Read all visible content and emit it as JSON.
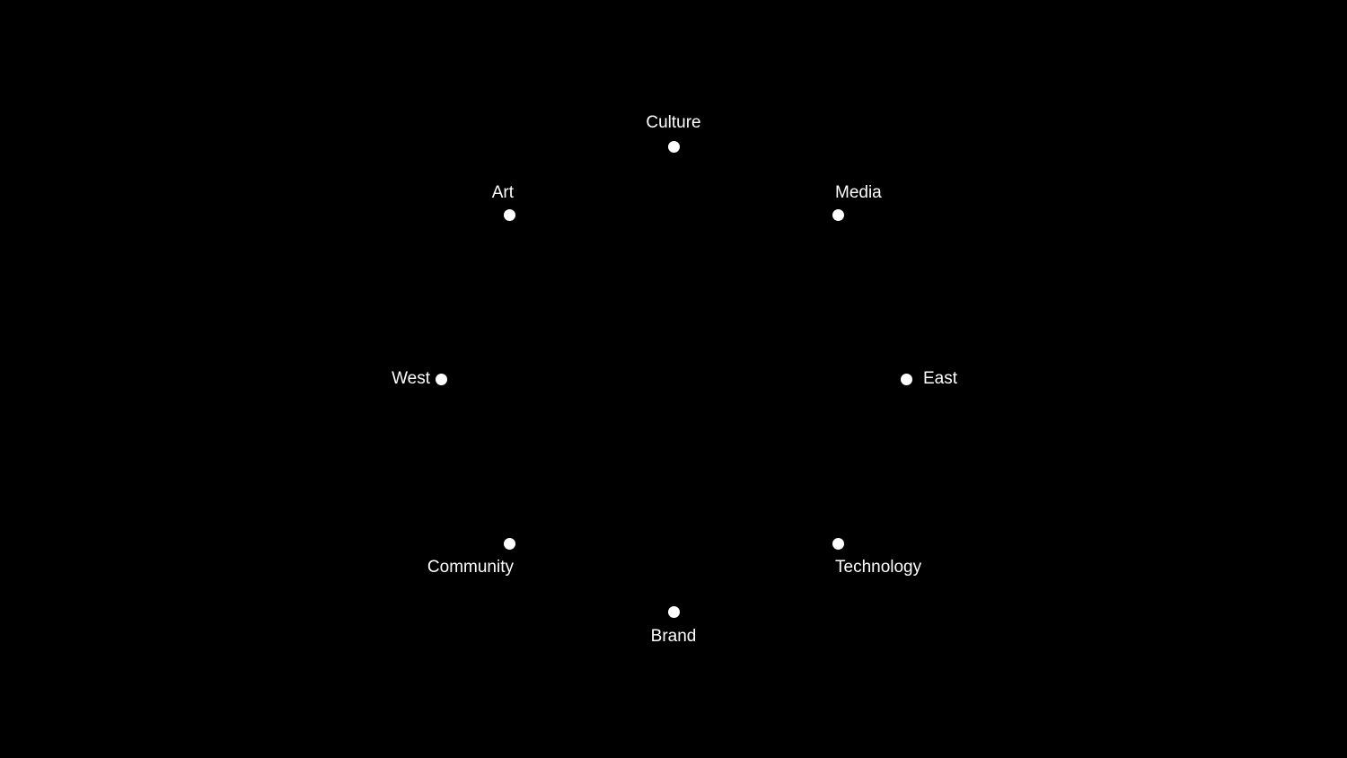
{
  "colors": {
    "background": "#000000",
    "foreground": "#ffffff"
  },
  "diagram": {
    "nodes": [
      {
        "id": "culture",
        "label": "Culture"
      },
      {
        "id": "art",
        "label": "Art"
      },
      {
        "id": "media",
        "label": "Media"
      },
      {
        "id": "west",
        "label": "West"
      },
      {
        "id": "east",
        "label": "East"
      },
      {
        "id": "community",
        "label": "Community"
      },
      {
        "id": "technology",
        "label": "Technology"
      },
      {
        "id": "brand",
        "label": "Brand"
      }
    ]
  }
}
